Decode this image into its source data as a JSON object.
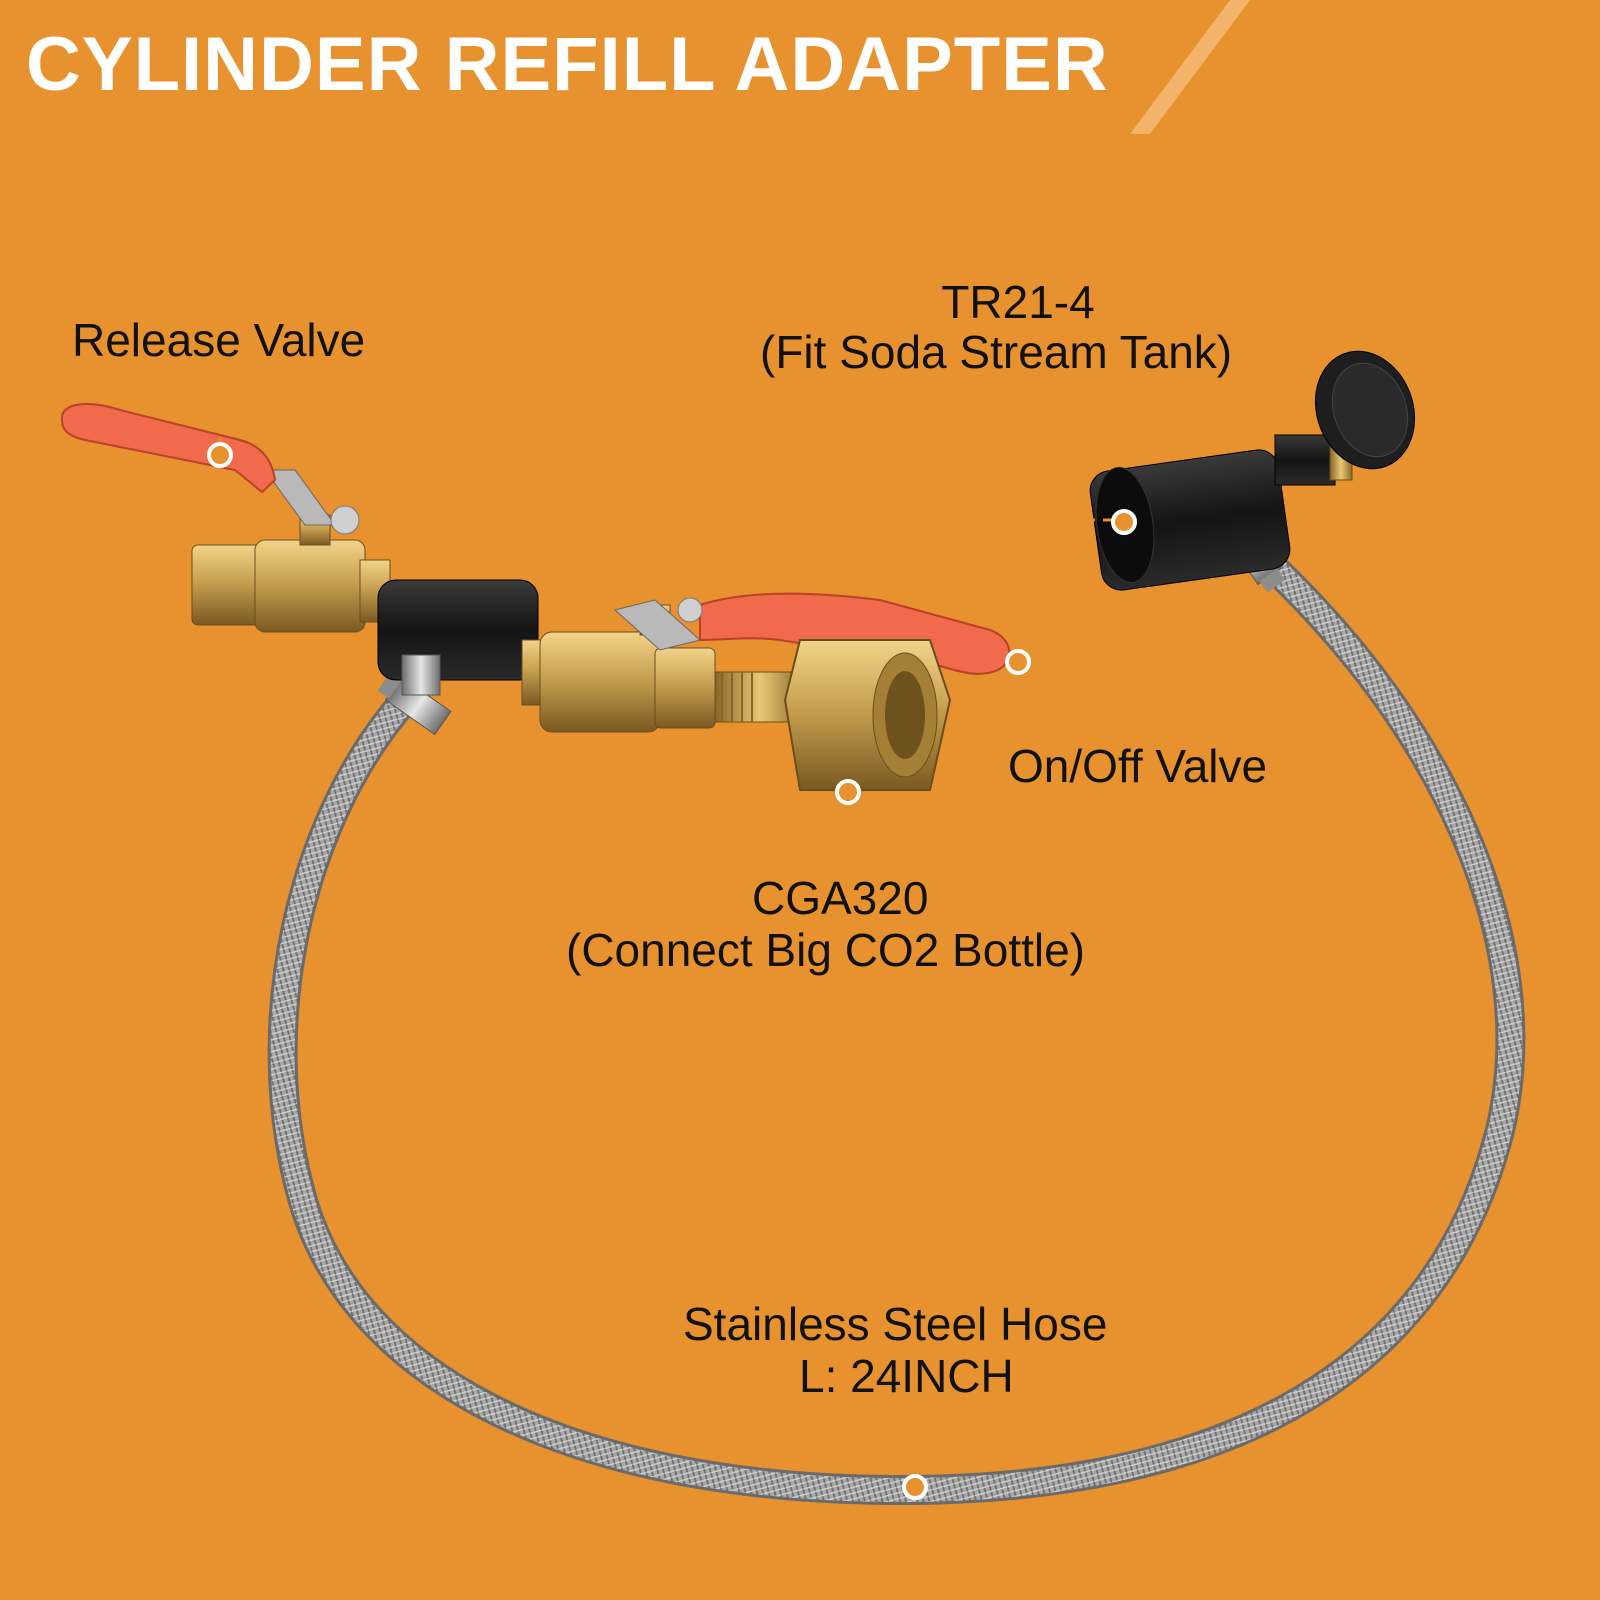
{
  "banner": {
    "title": "CYLINDER REFILL ADAPTER"
  },
  "labels": {
    "release_valve": "Release Valve",
    "tr21_title": "TR21-4",
    "tr21_sub": "(Fit Soda Stream Tank)",
    "on_off_valve": "On/Off Valve",
    "cga_title": "CGA320",
    "cga_sub": "(Connect Big CO2 Bottle)",
    "hose_title": "Stainless Steel Hose",
    "hose_length": "L: 24INCH"
  },
  "colors": {
    "frame": "#e8912f",
    "accent": "#e8912f",
    "length_text": "#e8221c",
    "brass": "#c9a050",
    "handle": "#f16a4c",
    "adapter_black": "#1b1b1b",
    "hose": "#9a9a9a"
  }
}
